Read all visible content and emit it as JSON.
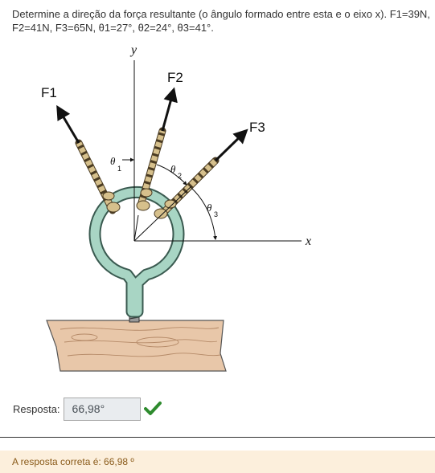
{
  "question": {
    "text": "Determine a direção da força resultante (o ângulo formado entre esta e o eixo x). F1=39N, F2=41N, F3=65N, θ1=27°, θ2=24°, θ3=41°."
  },
  "figure": {
    "force_labels": [
      "F1",
      "F2",
      "F3"
    ],
    "axis_labels": {
      "y": "y",
      "x": "x"
    },
    "theta_symbol": "θ",
    "theta_subscripts": [
      "1",
      "2",
      "3"
    ],
    "colors": {
      "ring": "#a8d5c4",
      "ring_stroke": "#3a5a50",
      "rope": "#d6c08c",
      "wood": "#e8c7a9"
    }
  },
  "answer": {
    "label": "Resposta:",
    "value": "66,98°",
    "status_icon": "check-icon",
    "status_color": "#2e8b2e"
  },
  "feedback": {
    "text": "A resposta correta é: 66,98 º"
  }
}
